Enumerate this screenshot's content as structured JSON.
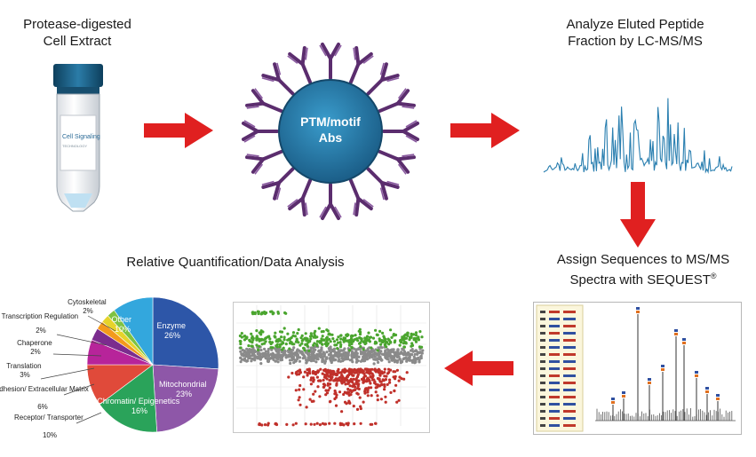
{
  "step1": {
    "line1": "Protease-digested",
    "line2": "Cell Extract",
    "tube_brand": "Cell Signaling",
    "tube_brand_sub": "TECHNOLOGY"
  },
  "step2": {
    "bead_line1": "PTM/motif",
    "bead_line2": "Abs"
  },
  "step3": {
    "line1": "Analyze Eluted Peptide",
    "line2": "Fraction by LC-MS/MS"
  },
  "step4": {
    "line1": "Assign Sequences to MS/MS",
    "line2": "Spectra with SEQUEST",
    "reg": "®"
  },
  "step5": {
    "title": "Relative Quantification/Data Analysis"
  },
  "colors": {
    "arrow": "#e02020",
    "antibody": "#5b2d6e",
    "bead_outer": "#1f5f8a",
    "bead_inner": "#2c86b8",
    "chromatogram": "#2a7fb0"
  },
  "pie": {
    "slices": [
      {
        "label": "Enzyme",
        "value": "26%",
        "share": 26,
        "color": "#2d56a8"
      },
      {
        "label": "Mitochondrial",
        "value": "23%",
        "share": 23,
        "color": "#8e57a8"
      },
      {
        "label": "Chromatin/ Epigenetics",
        "value": "16%",
        "share": 16,
        "color": "#2aa35a"
      },
      {
        "label": "Receptor/ Transporter",
        "value": "10%",
        "share": 10,
        "color": "#e04a3a"
      },
      {
        "label": "Adhesion/ Extracellular Matrix",
        "value": "6%",
        "share": 6,
        "color": "#b7249a"
      },
      {
        "label": "Translation",
        "value": "3%",
        "share": 3,
        "color": "#7b2c8e"
      },
      {
        "label": "Chaperone",
        "value": "2%",
        "share": 2,
        "color": "#f39a1c"
      },
      {
        "label": "Transcription Regulation",
        "value": "2%",
        "share": 2,
        "color": "#e6d32a"
      },
      {
        "label": "Cytoskeletal",
        "value": "2%",
        "share": 2,
        "color": "#7ec242"
      },
      {
        "label": "Other",
        "value": "10%",
        "share": 10,
        "color": "#33a7dd"
      }
    ]
  }
}
